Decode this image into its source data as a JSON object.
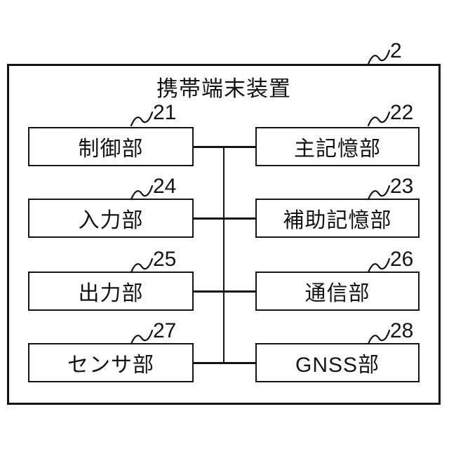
{
  "figure": {
    "title": "携帯端末装置",
    "outer_ref": "2",
    "blocks": [
      {
        "label": "制御部",
        "ref": "21"
      },
      {
        "label": "主記憶部",
        "ref": "22"
      },
      {
        "label": "入力部",
        "ref": "24"
      },
      {
        "label": "補助記憶部",
        "ref": "23"
      },
      {
        "label": "出力部",
        "ref": "25"
      },
      {
        "label": "通信部",
        "ref": "26"
      },
      {
        "label": "センサ部",
        "ref": "27"
      },
      {
        "label": "GNSS部",
        "ref": "28"
      }
    ],
    "colors": {
      "line": "#141414",
      "background": "#ffffff"
    }
  }
}
